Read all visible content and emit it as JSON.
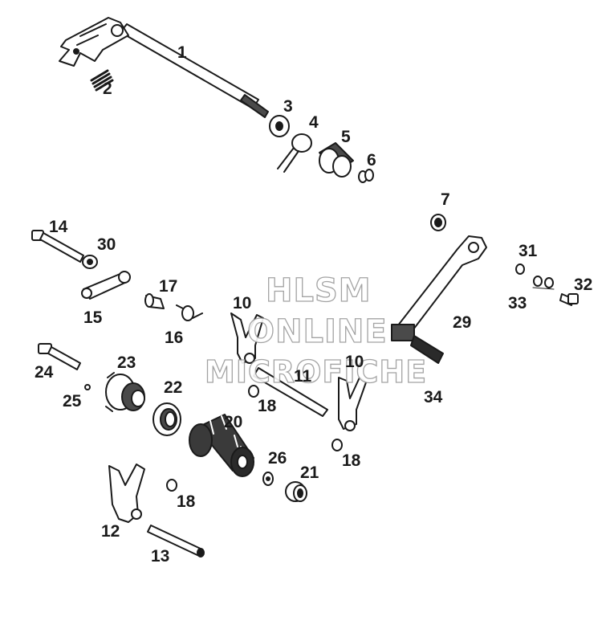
{
  "diagram": {
    "callouts": [
      "1",
      "2",
      "3",
      "4",
      "5",
      "6",
      "7",
      "10",
      "10",
      "11",
      "12",
      "13",
      "14",
      "15",
      "16",
      "17",
      "18",
      "18",
      "18",
      "20",
      "21",
      "22",
      "23",
      "24",
      "25",
      "26",
      "29",
      "30",
      "31",
      "32",
      "33",
      "34"
    ]
  },
  "watermark": {
    "line1": "HLSM",
    "line2": "ONLINE",
    "line3": "MICROFICHE"
  },
  "colors": {
    "ink": "#1a1a1a",
    "part_fill": "#ffffff",
    "shade": "#4a4a4a",
    "watermark_outline": "#9a9a9a"
  }
}
